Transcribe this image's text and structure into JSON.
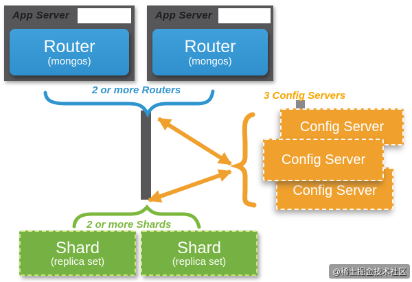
{
  "app_servers": [
    {
      "label": "App Server",
      "router_title": "Router",
      "router_subtitle": "(mongos)"
    },
    {
      "label": "App Server",
      "router_title": "Router",
      "router_subtitle": "(mongos)"
    }
  ],
  "annotations": {
    "routers": "2 or more Routers",
    "config_servers": "3 Config Servers",
    "shards": "2 or more Shards"
  },
  "config_servers": [
    {
      "label": "Config Server"
    },
    {
      "label": "Config Server"
    },
    {
      "label": "Config Server"
    }
  ],
  "shards": [
    {
      "title": "Shard",
      "subtitle": "(replica set)"
    },
    {
      "title": "Shard",
      "subtitle": "(replica set)"
    }
  ],
  "watermark": "@稀土掘金技术社区",
  "colors": {
    "app_server_gray": "#57575a",
    "router_blue": "#3598d5",
    "config_orange": "#efa02d",
    "shard_green": "#76b243",
    "routers_note_blue": "#3095cf",
    "config_note_orange": "#f7a600",
    "shards_note_green": "#7cb83d"
  },
  "shapes": {
    "routers_brace": "curly-brace-pointing-down",
    "config_brace": "curly-brace-pointing-left",
    "shards_brace": "curly-brace-pointing-up",
    "router_config_link": "double-headed-arrow",
    "shard_config_link": "double-headed-arrow",
    "router_shard_link": "thick-gray-bar"
  }
}
